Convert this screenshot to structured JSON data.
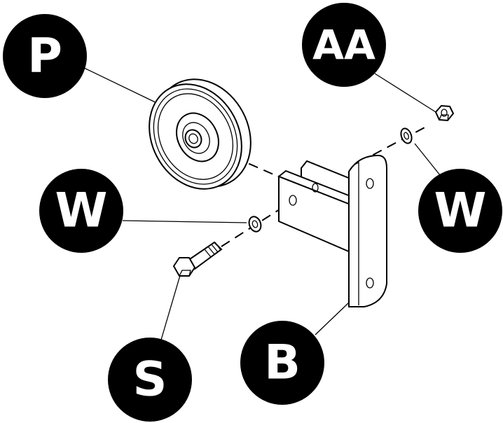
{
  "labels": {
    "p": "P",
    "aa": "AA",
    "w_left": "W",
    "w_right": "W",
    "s": "S",
    "b": "B"
  },
  "colors": {
    "ink": "#000000",
    "background": "#ffffff",
    "label_text": "#ffffff"
  }
}
